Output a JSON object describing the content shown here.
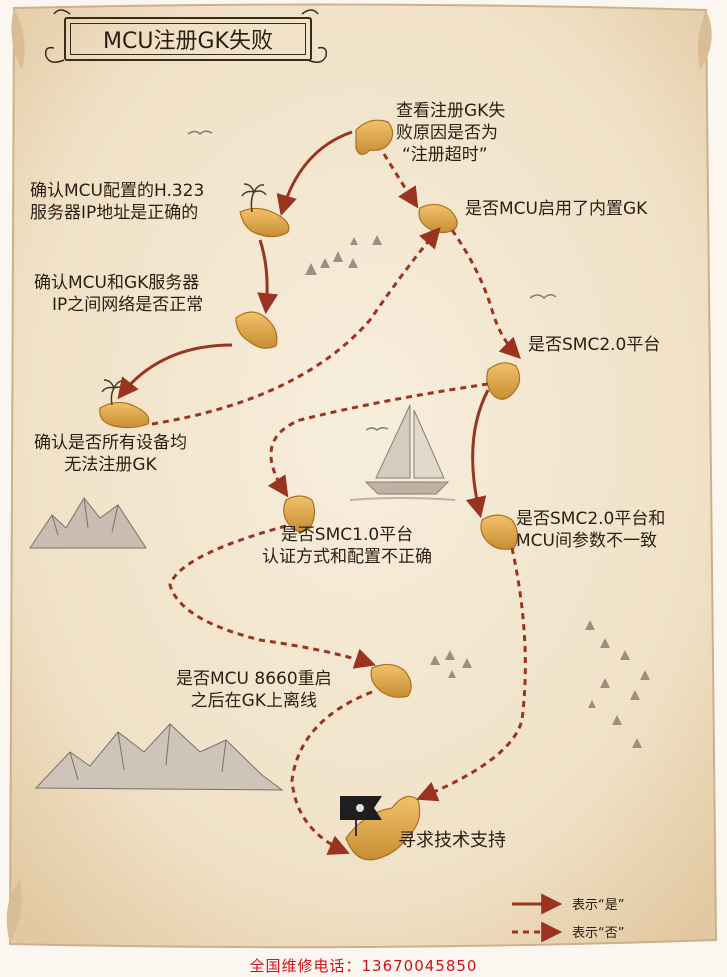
{
  "title": "MCU注册GK失败",
  "nodes": {
    "check_reason": [
      "查看注册GK失",
      "败原因是否为",
      "“注册超时”"
    ],
    "builtin_gk": [
      "是否MCU启用了内置GK"
    ],
    "confirm_ip": [
      "确认MCU配置的H.323",
      "服务器IP地址是正确的"
    ],
    "confirm_network": [
      "确认MCU和GK服务器",
      "IP之间网络是否正常"
    ],
    "smc20": [
      "是否SMC2.0平台"
    ],
    "all_devices": [
      "确认是否所有设备均",
      "无法注册GK"
    ],
    "smc10": [
      "是否SMC1.0平台",
      "认证方式和配置不正确"
    ],
    "smc20_params": [
      "是否SMC2.0平台和",
      "MCU间参数不一致"
    ],
    "mcu8660": [
      "是否MCU 8660重启",
      "之后在GK上离线"
    ],
    "support": [
      "寻求技术支持"
    ]
  },
  "legend": {
    "yes": "表示“是”",
    "no": "表示“否”"
  },
  "footer": "全国维修电话：13670045850",
  "colors": {
    "background": "#f3e7d3",
    "arrow": "#9b3321",
    "island": "#d9a24e",
    "footer": "#d0111a"
  },
  "icons": [
    "palm-tree-icon",
    "mountain-icon",
    "sailboat-icon",
    "bird-icon",
    "pirate-flag-icon"
  ]
}
